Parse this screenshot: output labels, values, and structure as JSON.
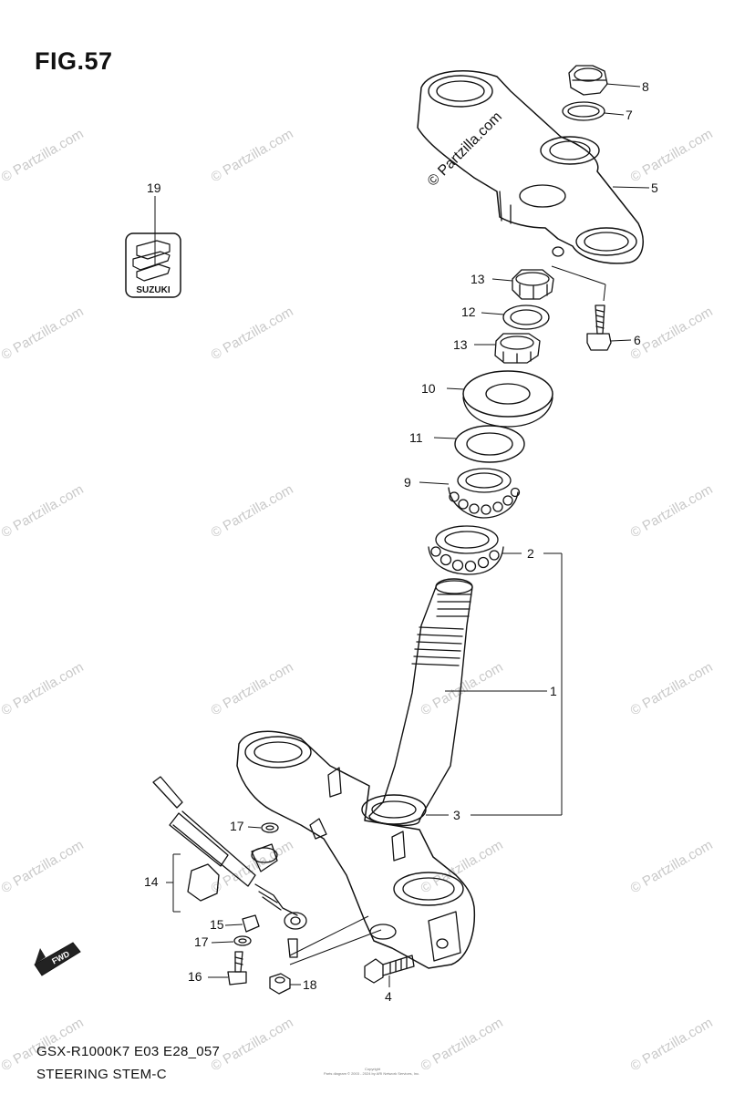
{
  "figure_label": "FIG.57",
  "footer": {
    "model_code": "GSX-R1000K7 E03 E28_057",
    "title": "STEERING STEM-C"
  },
  "watermark": "© Partzilla.com",
  "badge_text": "SUZUKI",
  "fwd_text": "FWD",
  "copyright_small": "Copyright",
  "copyright_small2": "Parts diagram © 2003 - 2024 by ARI Network Services, Inc.",
  "callouts": {
    "c1": "1",
    "c2": "2",
    "c3": "3",
    "c4": "4",
    "c5": "5",
    "c6": "6",
    "c7": "7",
    "c8": "8",
    "c9": "9",
    "c10": "10",
    "c11": "11",
    "c12": "12",
    "c13a": "13",
    "c13b": "13",
    "c14": "14",
    "c15": "15",
    "c16": "16",
    "c17a": "17",
    "c17b": "17",
    "c18": "18",
    "c19": "19"
  }
}
